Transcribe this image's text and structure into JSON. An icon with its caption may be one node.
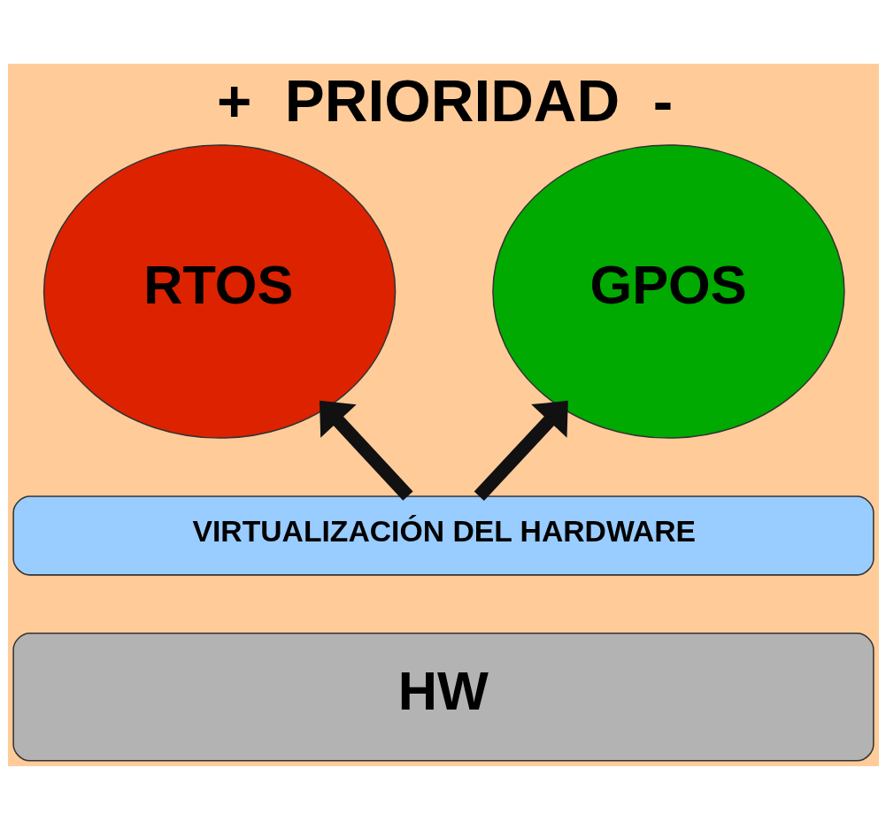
{
  "diagram": {
    "title": "+  PRIORIDAD  -",
    "nodes": [
      {
        "text": [
          "RTOS"
        ]
      },
      {
        "text": [
          "GPOS"
        ]
      },
      {
        "text": [
          "VIRTUALIZACIÓN DEL HARDWARE"
        ]
      },
      {
        "text": [
          "HW"
        ]
      }
    ],
    "edges": [
      {
        "from": 2,
        "to": 0,
        "arrow": "to"
      },
      {
        "from": 2,
        "to": 1,
        "arrow": "to"
      }
    ]
  }
}
